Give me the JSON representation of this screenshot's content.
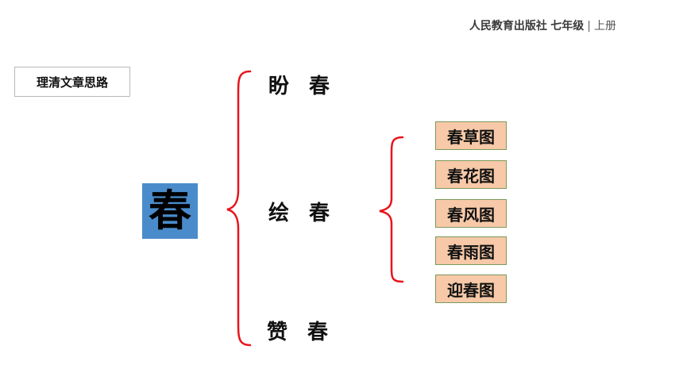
{
  "header": {
    "publisher": "人民教育出版社",
    "grade": "七年级",
    "separator": "|",
    "volume": "上册"
  },
  "section_title": "理清文章思路",
  "root": "春",
  "parts": [
    "盼 春",
    "绘 春",
    "赞 春"
  ],
  "scenes": [
    "春草图",
    "春花图",
    "春风图",
    "春雨图",
    "迎春图"
  ],
  "colors": {
    "root_fill": "#4a8ccb",
    "brace": "#e8141c",
    "scene_fill": "#f7c9a8",
    "scene_border": "#7a9a5a"
  }
}
